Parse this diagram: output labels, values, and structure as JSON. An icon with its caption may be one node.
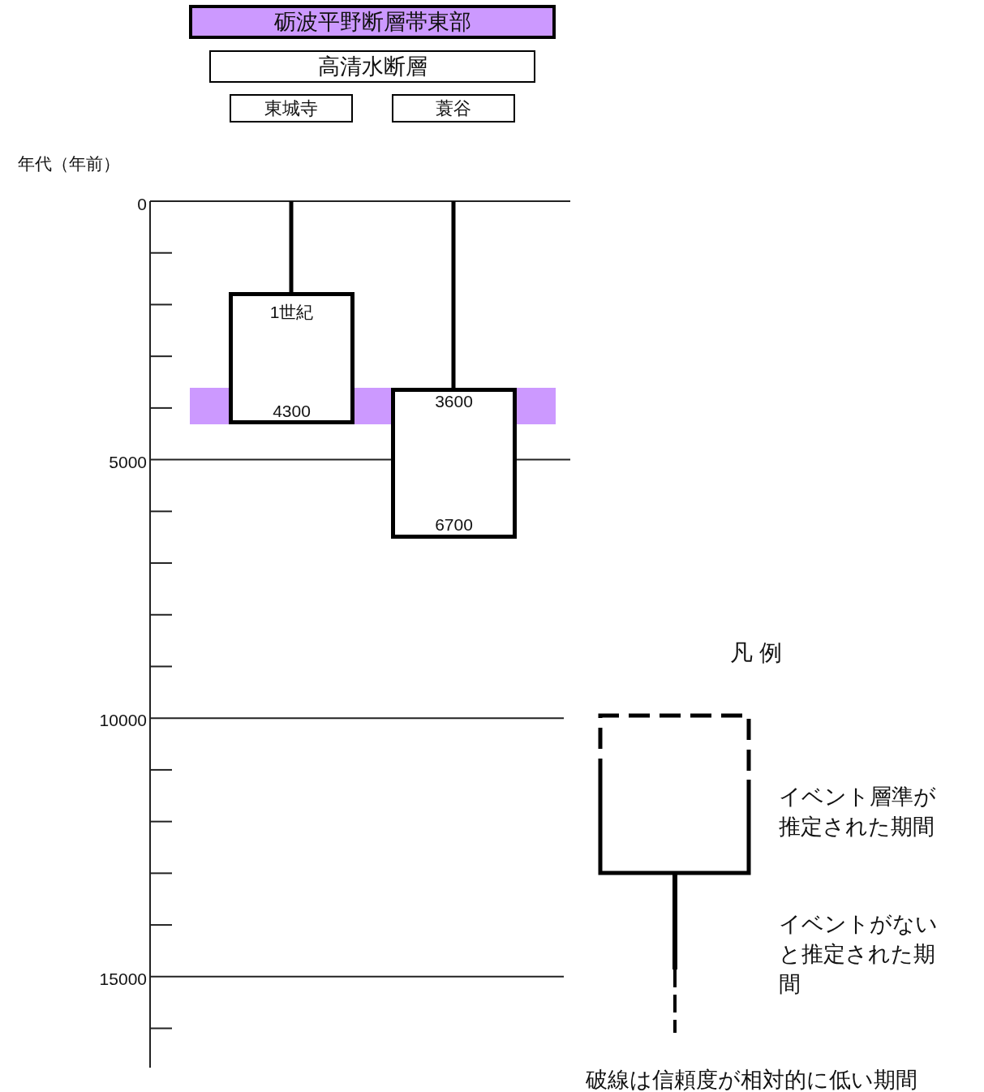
{
  "diagram": {
    "nodes": [
      {
        "text": [
          "砺波平野断層帯東部"
        ]
      },
      {
        "text": [
          "高清水断層"
        ]
      },
      {
        "text": [
          "東城寺"
        ]
      },
      {
        "text": [
          "蓑谷"
        ]
      },
      {
        "text": [
          "1世紀",
          "4300"
        ]
      },
      {
        "text": [
          "3600",
          "6700"
        ]
      },
      {
        "text": [],
        "shape": "box"
      }
    ],
    "labels": [
      "年代（年前）",
      "0",
      "5000",
      "10000",
      "15000",
      "凡 例",
      "イベント層準が推定された期間",
      "イベントがないと推定された期間",
      "破線は信頼度が相対的に低い期間"
    ]
  }
}
